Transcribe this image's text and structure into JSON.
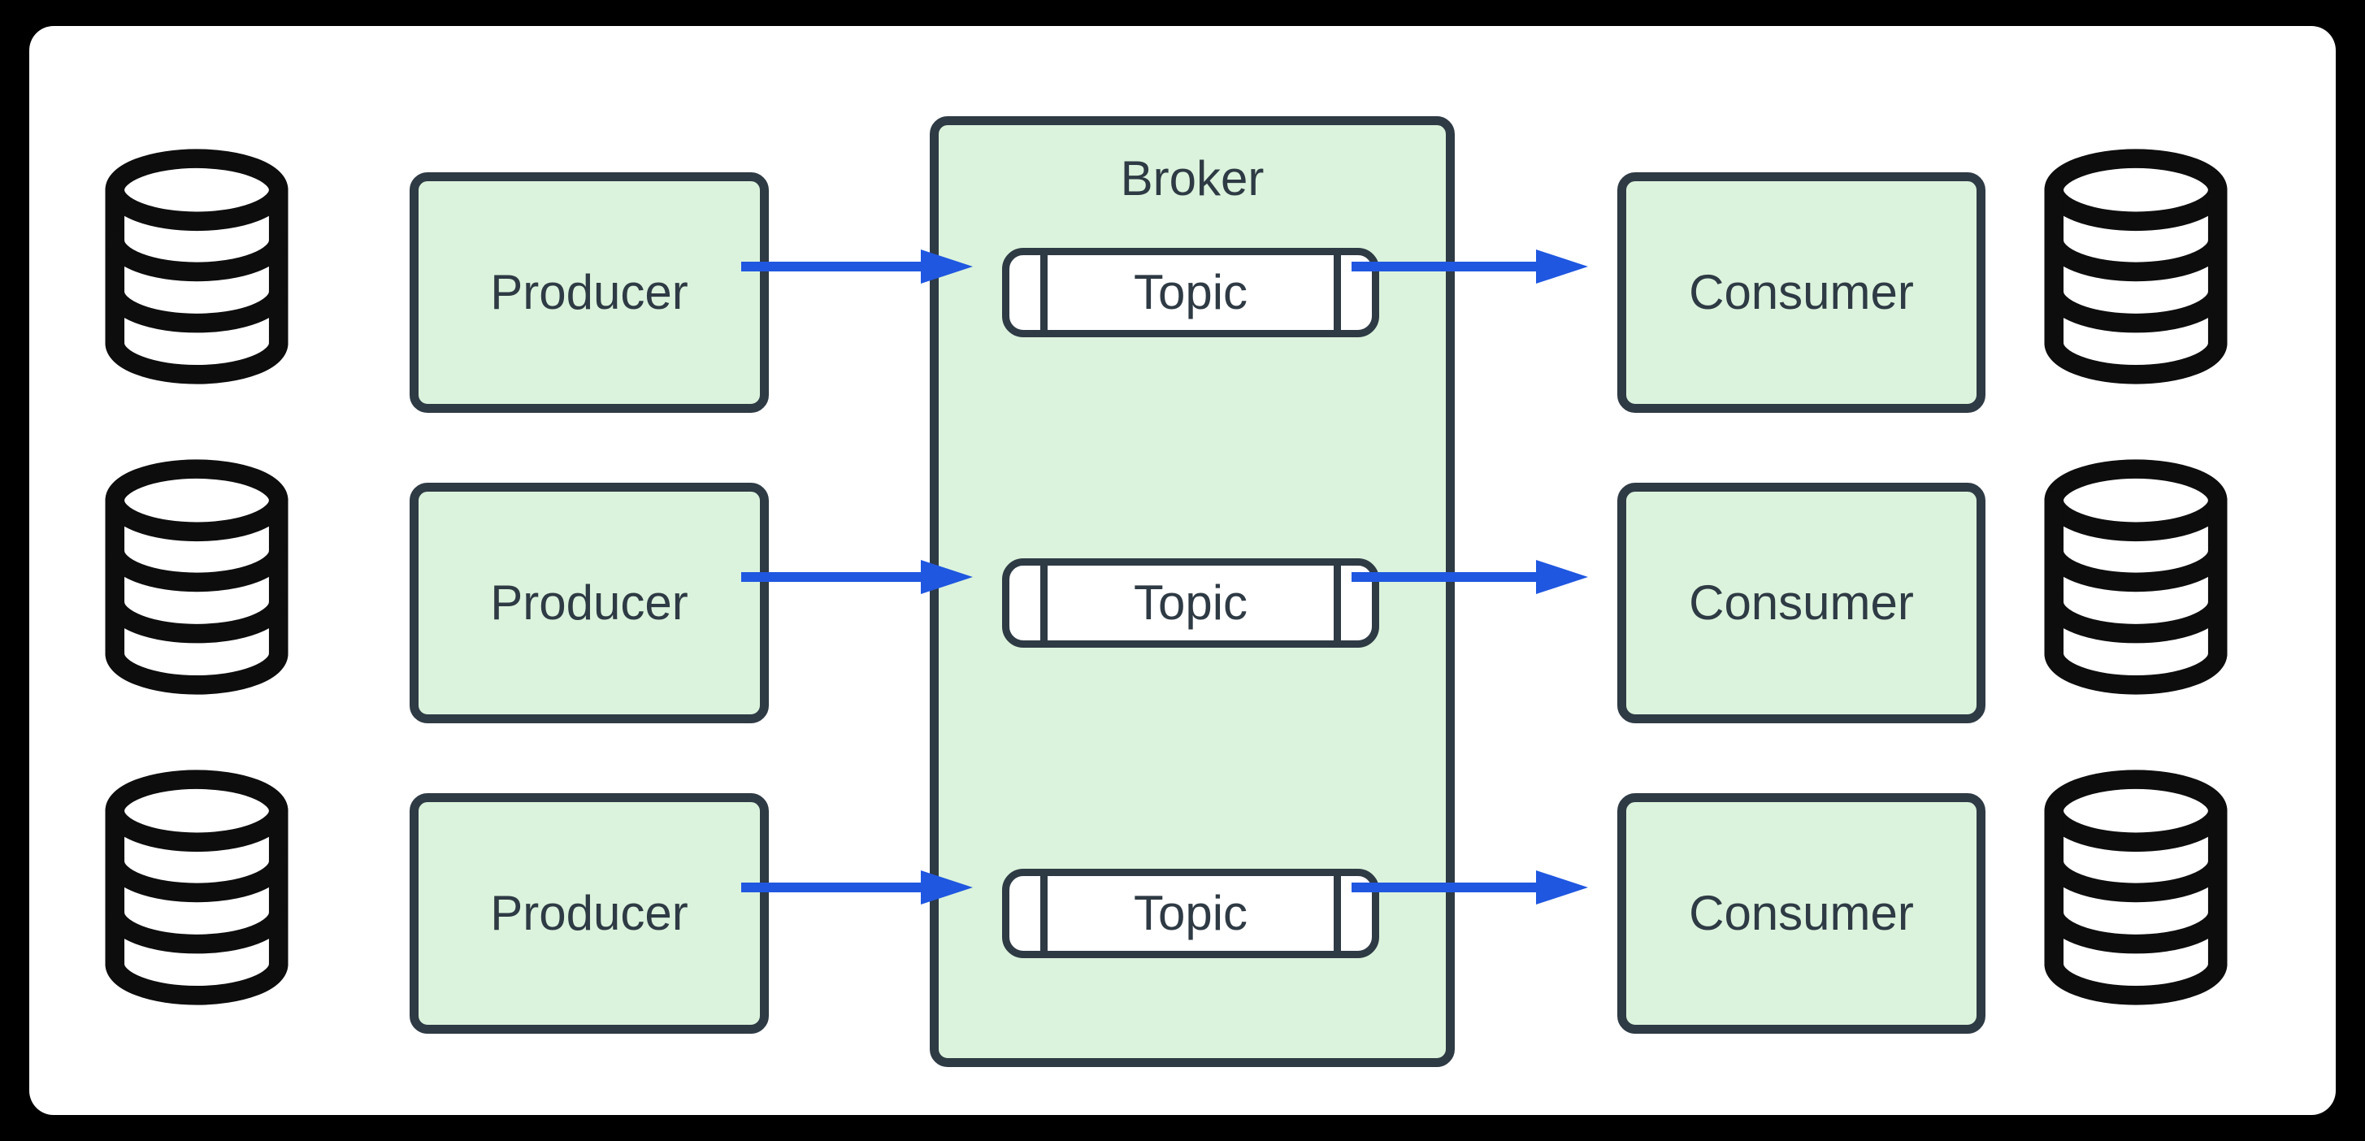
{
  "frame": {
    "background_color": "#000000",
    "surface_color": "#ffffff"
  },
  "palette": {
    "node_fill": "#dbf3dc",
    "node_border": "#2e3a44",
    "label_color": "#2e3a44",
    "arrow_color": "#1f57e0",
    "database_icon_color": "#0d0d0d"
  },
  "broker": {
    "label": "Broker"
  },
  "rows": [
    {
      "producer": {
        "label": "Producer"
      },
      "topic": {
        "label": "Topic"
      },
      "consumer": {
        "label": "Consumer"
      }
    },
    {
      "producer": {
        "label": "Producer"
      },
      "topic": {
        "label": "Topic"
      },
      "consumer": {
        "label": "Consumer"
      }
    },
    {
      "producer": {
        "label": "Producer"
      },
      "topic": {
        "label": "Topic"
      },
      "consumer": {
        "label": "Consumer"
      }
    }
  ]
}
